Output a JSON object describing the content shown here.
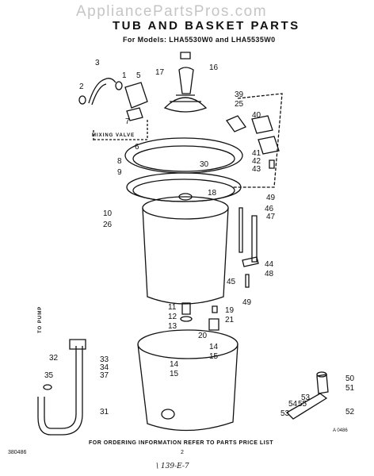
{
  "watermark": "AppliancePartsPros.com",
  "title": "TUB AND BASKET PARTS",
  "subtitle": "For Models: LHA5530W0 and LHA5535W0",
  "labels": {
    "mixing_valve": "MIXING VALVE",
    "to_pump": "TO PUMP"
  },
  "footer": {
    "order_note": "FOR ORDERING INFORMATION REFER TO PARTS PRICE LIST",
    "page_id": "380486",
    "page_number": "2",
    "handwritten_code": "\\ 139-E-7",
    "art_code": "A 0486"
  },
  "callouts": [
    {
      "name": "callout-1",
      "text": "1"
    },
    {
      "name": "callout-2",
      "text": "2"
    },
    {
      "name": "callout-3",
      "text": "3"
    },
    {
      "name": "callout-5",
      "text": "5"
    },
    {
      "name": "callout-6",
      "text": "6"
    },
    {
      "name": "callout-7",
      "text": "7"
    },
    {
      "name": "callout-8",
      "text": "8"
    },
    {
      "name": "callout-9",
      "text": "9"
    },
    {
      "name": "callout-10",
      "text": "10"
    },
    {
      "name": "callout-11",
      "text": "11"
    },
    {
      "name": "callout-12",
      "text": "12"
    },
    {
      "name": "callout-13",
      "text": "13"
    },
    {
      "name": "callout-14-a",
      "text": "14"
    },
    {
      "name": "callout-14-b",
      "text": "14"
    },
    {
      "name": "callout-15-a",
      "text": "15"
    },
    {
      "name": "callout-15-b",
      "text": "15"
    },
    {
      "name": "callout-16",
      "text": "16"
    },
    {
      "name": "callout-17",
      "text": "17"
    },
    {
      "name": "callout-18",
      "text": "18"
    },
    {
      "name": "callout-19",
      "text": "19"
    },
    {
      "name": "callout-20",
      "text": "20"
    },
    {
      "name": "callout-21",
      "text": "21"
    },
    {
      "name": "callout-25",
      "text": "25"
    },
    {
      "name": "callout-26",
      "text": "26"
    },
    {
      "name": "callout-30",
      "text": "30"
    },
    {
      "name": "callout-31",
      "text": "31"
    },
    {
      "name": "callout-32",
      "text": "32"
    },
    {
      "name": "callout-33",
      "text": "33"
    },
    {
      "name": "callout-34",
      "text": "34"
    },
    {
      "name": "callout-35",
      "text": "35"
    },
    {
      "name": "callout-37",
      "text": "37"
    },
    {
      "name": "callout-39",
      "text": "39"
    },
    {
      "name": "callout-40",
      "text": "40"
    },
    {
      "name": "callout-41",
      "text": "41"
    },
    {
      "name": "callout-42",
      "text": "42"
    },
    {
      "name": "callout-43",
      "text": "43"
    },
    {
      "name": "callout-44",
      "text": "44"
    },
    {
      "name": "callout-45",
      "text": "45"
    },
    {
      "name": "callout-46",
      "text": "46"
    },
    {
      "name": "callout-47",
      "text": "47"
    },
    {
      "name": "callout-48",
      "text": "48"
    },
    {
      "name": "callout-49-a",
      "text": "49"
    },
    {
      "name": "callout-49-b",
      "text": "49"
    },
    {
      "name": "callout-50",
      "text": "50"
    },
    {
      "name": "callout-51",
      "text": "51"
    },
    {
      "name": "callout-52",
      "text": "52"
    },
    {
      "name": "callout-53-a",
      "text": "53"
    },
    {
      "name": "callout-53-b",
      "text": "53"
    },
    {
      "name": "callout-54",
      "text": "54"
    },
    {
      "name": "callout-55",
      "text": "55"
    }
  ]
}
